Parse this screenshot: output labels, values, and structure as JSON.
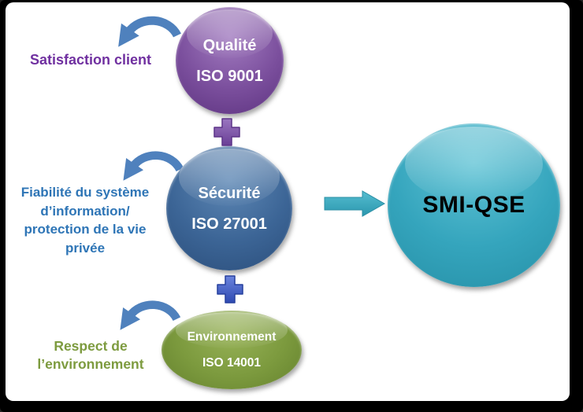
{
  "diagram": {
    "title_implicit": "SMI-QSE integration diagram",
    "nodes": [
      {
        "id": "qualite",
        "title": "Qualité",
        "iso": "ISO 9001",
        "color": "#7b4f9d"
      },
      {
        "id": "securite",
        "title": "Sécurité",
        "iso": "ISO 27001",
        "color": "#3c6596"
      },
      {
        "id": "environnement",
        "title": "Environnement",
        "iso": "ISO 14001",
        "color": "#7c9a3e"
      }
    ],
    "result": {
      "label": "SMI-QSE",
      "color": "#35a5bd"
    },
    "labels": {
      "satisfaction": "Satisfaction client",
      "satisfaction_color": "#7030a0",
      "fiabilite": "Fiabilité du système\nd’information/\nprotection de la vie\nprivée",
      "fiabilite_color": "#2e75b6",
      "respect": "Respect de\nl’environnement",
      "respect_color": "#7d9b3f"
    },
    "operators": {
      "plus_top": "+",
      "plus_bottom": "+",
      "plus_top_color": "#7a50a5",
      "plus_bottom_color": "#3d56c4"
    },
    "icons": {
      "curved_arrow": "curved-arrow-icon",
      "flow_arrow": "right-arrow-icon",
      "curved_arrow_color": "#4f81bd",
      "flow_arrow_color": "#31a3bc"
    }
  }
}
